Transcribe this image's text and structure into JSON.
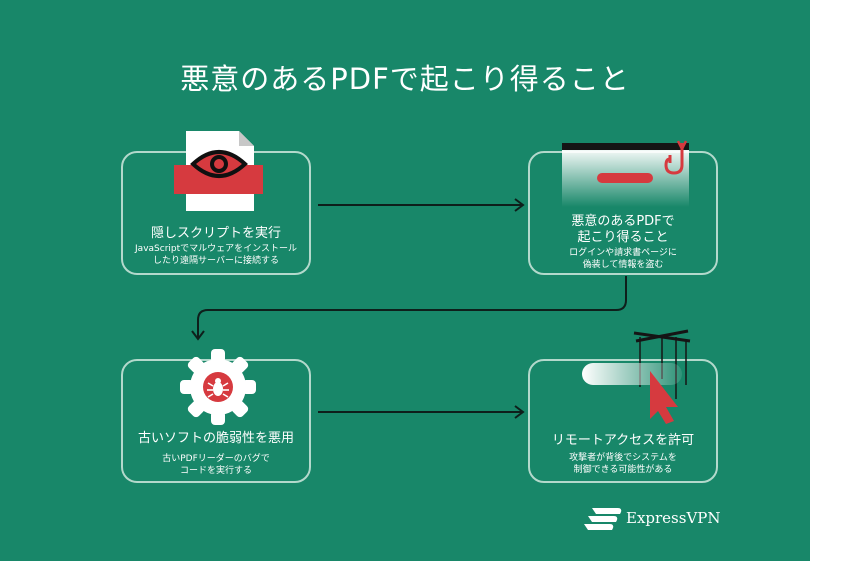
{
  "title": "悪意のあるPDFで起こり得ること",
  "cards": [
    {
      "title": "隠しスクリプトを実行",
      "desc": [
        "JavaScriptでマルウェアをインストール",
        "したり遠隔サーバーに接続する"
      ]
    },
    {
      "title": "悪意のあるPDFで\n起こり得ること",
      "desc": [
        "ログインや請求書ページに",
        "偽装して情報を盗む"
      ]
    },
    {
      "title": "古いソフトの脆弱性を悪用",
      "desc": [
        "古いPDFリーダーのバグで",
        "コードを実行する"
      ]
    },
    {
      "title": "リモートアクセスを許可",
      "desc": [
        "攻撃者が背後でシステムを",
        "制御できる可能性がある"
      ]
    }
  ],
  "brand": {
    "name": "ExpressVPN"
  },
  "colors": {
    "background": "#188769",
    "accent": "#d63a3f",
    "card_border": "#b3d9cc",
    "dark": "#0e1f1b"
  },
  "icons": [
    "document-eye-icon",
    "phishing-hook-icon",
    "bug-gear-icon",
    "puppet-cursor-icon",
    "expressvpn-logo-icon"
  ]
}
